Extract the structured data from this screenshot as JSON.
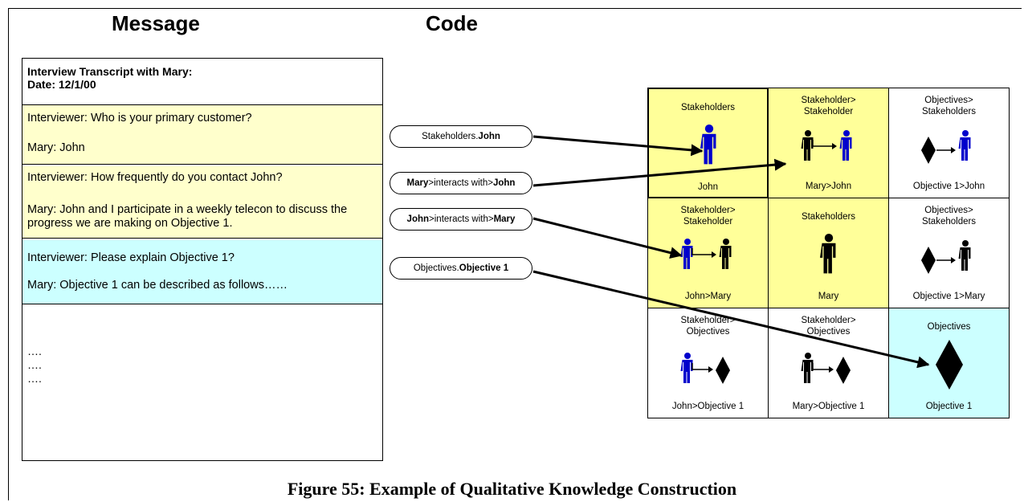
{
  "headings": {
    "message": "Message",
    "code": "Code"
  },
  "transcript": {
    "title": "Interview Transcript with Mary:",
    "date": "Date: 12/1/00",
    "segments": [
      {
        "lines": [
          "Interviewer: Who is your primary customer?",
          "Mary:  John"
        ],
        "color": "#ffffcc"
      },
      {
        "lines": [
          "Interviewer:  How frequently do you contact John?",
          "Mary: John and I participate in a weekly telecon to discuss the progress we are making on Objective 1."
        ],
        "color": "#ffffcc"
      },
      {
        "lines": [
          "Interviewer: Please explain Objective 1?",
          "Mary:   Objective 1 can be described as follows……"
        ],
        "color": "#ccffff"
      }
    ],
    "ellipsis": [
      "….",
      "….",
      "…."
    ]
  },
  "codes": [
    {
      "pre": "Stakeholders.",
      "bold1": "John",
      "mid": "",
      "bold2": ""
    },
    {
      "pre": "",
      "bold1": "Mary",
      "mid": ">interacts with>",
      "bold2": "John"
    },
    {
      "pre": "",
      "bold1": "John",
      "mid": ">interacts with>",
      "bold2": "Mary"
    },
    {
      "pre": "Objectives.",
      "bold1": "Objective 1",
      "mid": "",
      "bold2": ""
    }
  ],
  "grid": [
    [
      {
        "title": "Stakeholders",
        "caption": "John",
        "bg": "#ffff99",
        "icon": "person-blue"
      },
      {
        "title": "Stakeholder>\nStakeholder",
        "caption": "Mary>John",
        "bg": "#ffff99",
        "icon": "black-to-blue"
      },
      {
        "title": "Objectives>\nStakeholders",
        "caption": "Objective 1>John",
        "bg": "#ffffff",
        "icon": "diamond-to-blue"
      }
    ],
    [
      {
        "title": "Stakeholder>\nStakeholder",
        "caption": "John>Mary",
        "bg": "#ffff99",
        "icon": "blue-to-black"
      },
      {
        "title": "Stakeholders",
        "caption": "Mary",
        "bg": "#ffff99",
        "icon": "person-black"
      },
      {
        "title": "Objectives>\nStakeholders",
        "caption": "Objective 1>Mary",
        "bg": "#ffffff",
        "icon": "diamond-to-black"
      }
    ],
    [
      {
        "title": "Stakeholder>\nObjectives",
        "caption": "John>Objective 1",
        "bg": "#ffffff",
        "icon": "blue-to-diamond"
      },
      {
        "title": "Stakeholder>\nObjectives",
        "caption": "Mary>Objective 1",
        "bg": "#ffffff",
        "icon": "black-to-diamond"
      },
      {
        "title": "Objectives",
        "caption": "Objective 1",
        "bg": "#ccffff",
        "icon": "diamond"
      }
    ]
  ],
  "colors": {
    "yellow": "#ffffcc",
    "cell_yellow": "#ffff99",
    "cyan": "#ccffff",
    "john_blue": "#0000cc"
  },
  "caption": "Figure 55: Example of Qualitative Knowledge Construction"
}
